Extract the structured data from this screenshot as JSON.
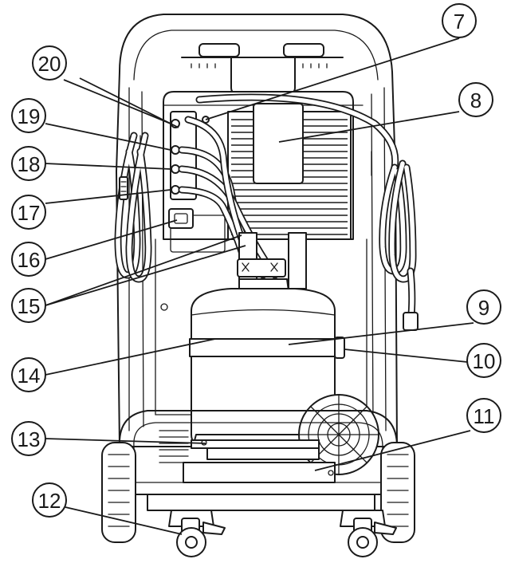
{
  "callouts": [
    {
      "id": "7",
      "label": "7"
    },
    {
      "id": "8",
      "label": "8"
    },
    {
      "id": "9",
      "label": "9"
    },
    {
      "id": "10",
      "label": "10"
    },
    {
      "id": "11",
      "label": "11"
    },
    {
      "id": "12",
      "label": "12"
    },
    {
      "id": "13",
      "label": "13"
    },
    {
      "id": "14",
      "label": "14"
    },
    {
      "id": "15",
      "label": "15"
    },
    {
      "id": "16",
      "label": "16"
    },
    {
      "id": "17",
      "label": "17"
    },
    {
      "id": "18",
      "label": "18"
    },
    {
      "id": "19",
      "label": "19"
    },
    {
      "id": "20",
      "label": "20"
    }
  ]
}
